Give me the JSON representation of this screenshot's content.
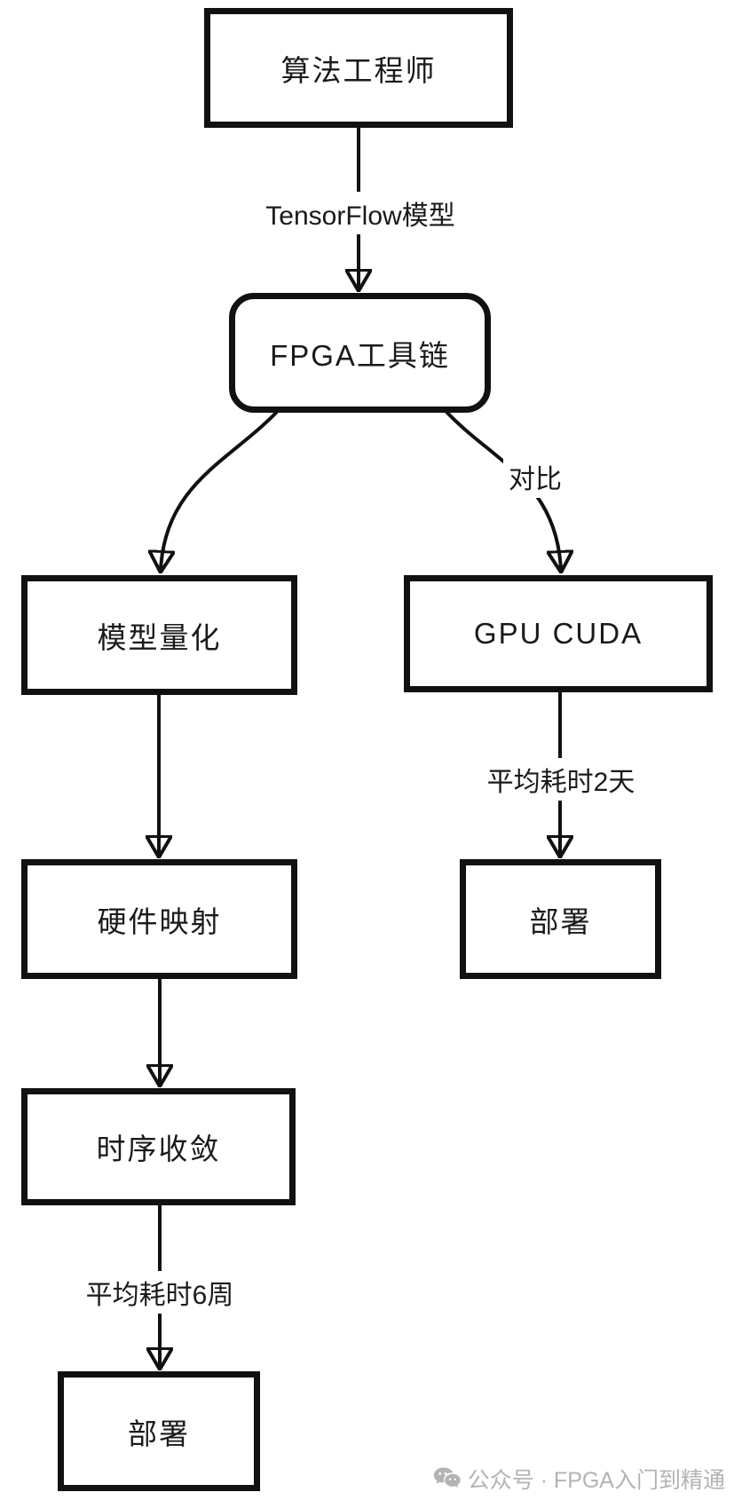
{
  "diagram": {
    "type": "flowchart",
    "direction": "top-down",
    "nodes": {
      "engineer": {
        "label": "算法工程师",
        "shape": "rectangle"
      },
      "toolchain": {
        "label": "FPGA工具链",
        "shape": "rounded-rectangle"
      },
      "quantization": {
        "label": "模型量化",
        "shape": "rectangle"
      },
      "gpu": {
        "label": "GPU CUDA",
        "shape": "rectangle"
      },
      "mapping": {
        "label": "硬件映射",
        "shape": "rectangle"
      },
      "timing": {
        "label": "时序收敛",
        "shape": "rectangle"
      },
      "deploy_gpu": {
        "label": "部署",
        "shape": "rectangle"
      },
      "deploy_fpga": {
        "label": "部署",
        "shape": "rectangle"
      }
    },
    "edges": [
      {
        "from": "engineer",
        "to": "toolchain",
        "label": "TensorFlow模型"
      },
      {
        "from": "toolchain",
        "to": "quantization",
        "label": ""
      },
      {
        "from": "toolchain",
        "to": "gpu",
        "label": "对比"
      },
      {
        "from": "quantization",
        "to": "mapping",
        "label": ""
      },
      {
        "from": "gpu",
        "to": "deploy_gpu",
        "label": "平均耗时2天"
      },
      {
        "from": "mapping",
        "to": "timing",
        "label": ""
      },
      {
        "from": "timing",
        "to": "deploy_fpga",
        "label": "平均耗时6周"
      }
    ]
  },
  "watermark": {
    "icon": "wechat-icon",
    "text": "公众号 · FPGA入门到精通"
  },
  "colors": {
    "stroke": "#111111",
    "text": "#1a1a1a",
    "background": "#ffffff",
    "watermark": "#b3b3b3"
  }
}
